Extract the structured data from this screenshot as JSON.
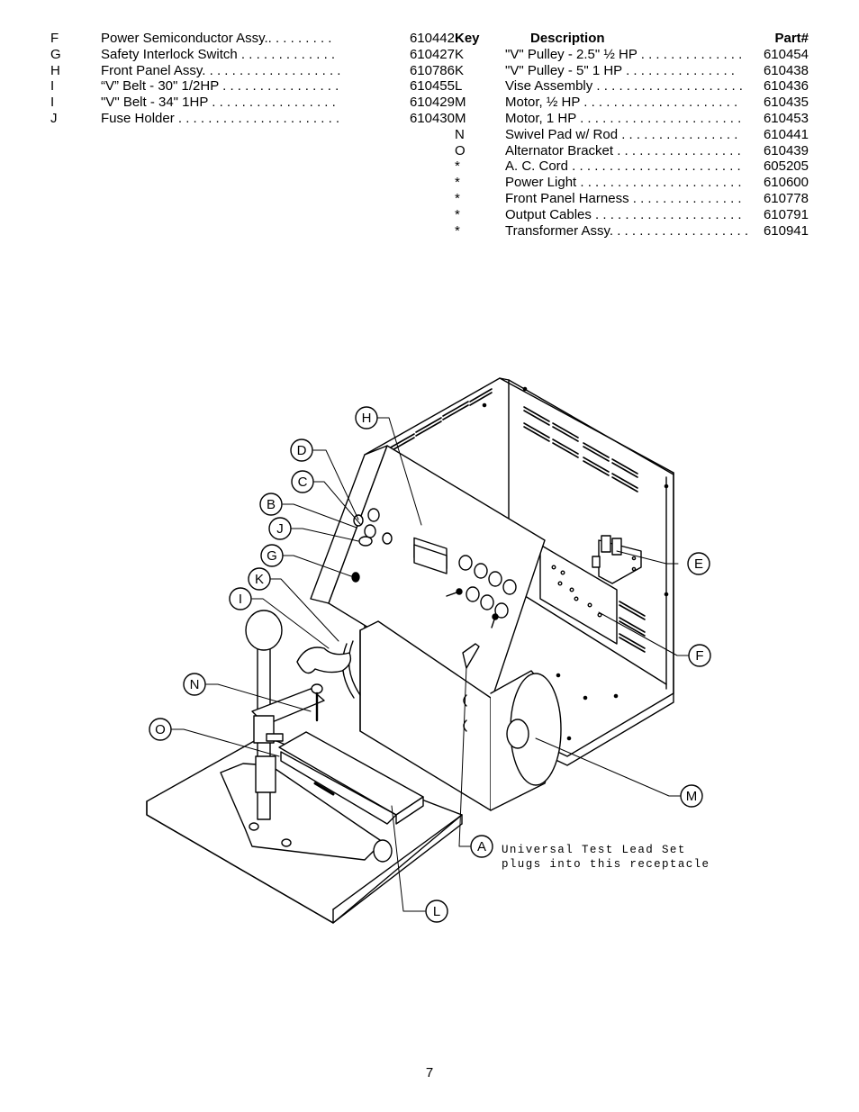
{
  "left_parts": [
    {
      "key": "F",
      "description": "Power Semiconductor Assy.. . . . . . . . . ",
      "part": "610442"
    },
    {
      "key": "G",
      "description": "Safety Interlock Switch . . . . . . . . . . . . .",
      "part": "610427"
    },
    {
      "key": "H",
      "description": "Front Panel Assy. . . . . . . . . . . . . . . . . . .",
      "part": "610786"
    },
    {
      "key": "I",
      "description": "“V” Belt - 30\"  1/2HP . . . . . . . . . . . . . . . .",
      "part": "610455"
    },
    {
      "key": "I",
      "description": "\"V\" Belt - 34\"  1HP . . . . . . . . . . . . . . . . .",
      "part": "610429"
    },
    {
      "key": "J",
      "description": "Fuse Holder . . . . . . . . . . . . . . . . . . . . . .",
      "part": "610430"
    }
  ],
  "right_header": {
    "key": "Key",
    "description": "Description",
    "part": "Part#"
  },
  "right_parts": [
    {
      "key": "K",
      "description": "\"V\" Pulley - 2.5\" ½ HP . . . . . . . . . . . . . .",
      "part": "610454"
    },
    {
      "key": "K",
      "description": "\"V\" Pulley - 5\"  1 HP  . . . . . . . . . . . . . . .",
      "part": "610438"
    },
    {
      "key": "L",
      "description": "Vise Assembly . . . . . . . . . . . . . . . . . . . .",
      "part": "610436"
    },
    {
      "key": "M",
      "description": "Motor, ½ HP  . . . . . . . . . . . . . . . . . . . . .",
      "part": "610435"
    },
    {
      "key": "M",
      "description": "Motor, 1 HP . . . . . . . . . . . . . . . . . . . . . .",
      "part": "610453"
    },
    {
      "key": "N",
      "description": "Swivel Pad w/ Rod  . . . . . . . . . . . . . . . .",
      "part": "610441"
    },
    {
      "key": "O",
      "description": "Alternator Bracket  . . . . . . . . . . . . . . . . .",
      "part": "610439"
    },
    {
      "key": "*",
      "description": "A. C. Cord  . . . . . . . . . . . . . . . . . . . . . . .",
      "part": "605205"
    },
    {
      "key": "*",
      "description": "Power Light . . . . . . . . . . . . . . . . . . . . . .",
      "part": "610600"
    },
    {
      "key": "*",
      "description": "Front Panel Harness  . . . . . . . . . . . . . . .",
      "part": "610778"
    },
    {
      "key": "*",
      "description": "Output Cables  . . . . . . . . . . . . . . . . . . . .",
      "part": "610791"
    },
    {
      "key": "*",
      "description": "Transformer Assy. . . . . . . . . . . . . . . . . . .",
      "part": "610941"
    }
  ],
  "callouts": {
    "A": "A",
    "B": "B",
    "C": "C",
    "D": "D",
    "E": "E",
    "F": "F",
    "G": "G",
    "H": "H",
    "I": "I",
    "J": "J",
    "K": "K",
    "L": "L",
    "M": "M",
    "N": "N",
    "O": "O"
  },
  "annotation": {
    "line1": "Universal Test Lead Set",
    "line2": "plugs into this receptacle"
  },
  "page_number": "7"
}
